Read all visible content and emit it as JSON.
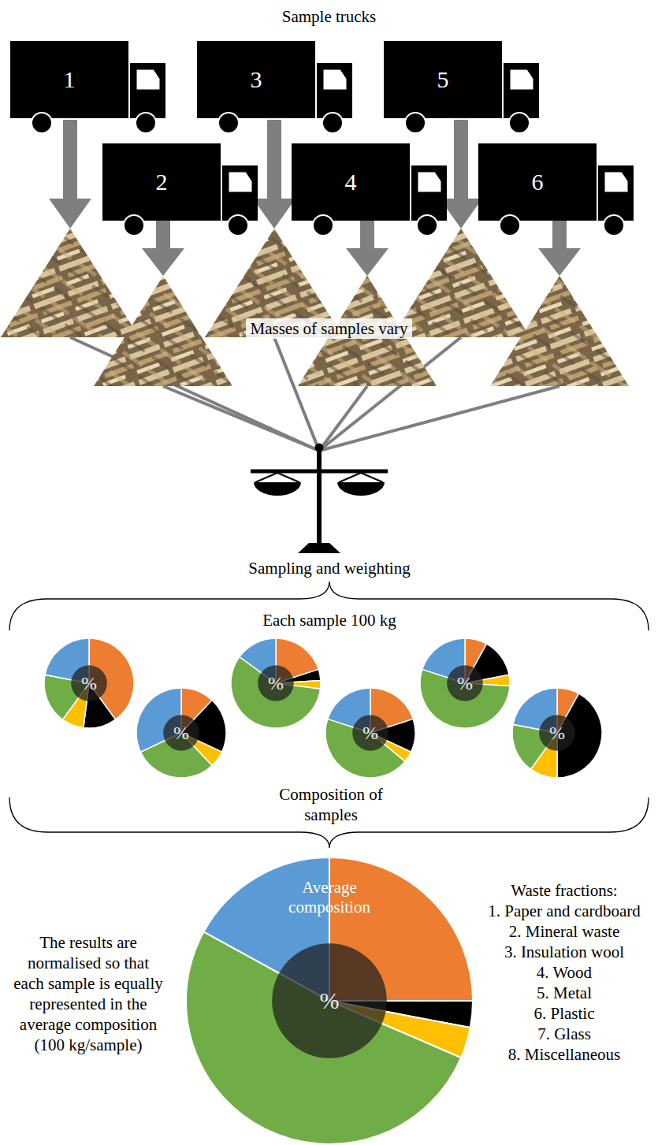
{
  "diagram": {
    "title": "Sample trucks",
    "nodes": [
      {
        "text": [
          "1"
        ]
      },
      {
        "text": [
          "2"
        ]
      },
      {
        "text": [
          "3"
        ]
      },
      {
        "text": [
          "4"
        ]
      },
      {
        "text": [
          "5"
        ]
      },
      {
        "text": [
          "6"
        ]
      },
      {
        "text": [
          "%"
        ]
      },
      {
        "text": [
          "%"
        ]
      },
      {
        "text": [
          "%"
        ]
      },
      {
        "text": [
          "%"
        ]
      },
      {
        "text": [
          "%"
        ]
      },
      {
        "text": [
          "%"
        ]
      },
      {
        "text": [
          "Average composition",
          "%"
        ]
      }
    ],
    "labels": [
      "Masses of samples vary",
      "Sampling and weighting",
      "Each sample 100 kg",
      "Composition of samples",
      "The results are normalised so that each sample is equally represented in the average composition (100 kg/sample)",
      "Waste fractions:",
      "1. Paper and cardboard",
      "2. Mineral waste",
      "3. Insulation wool",
      "4. Wood",
      "5. Metal",
      "6. Plastic",
      "7. Glass",
      "8. Miscellaneous"
    ]
  }
}
